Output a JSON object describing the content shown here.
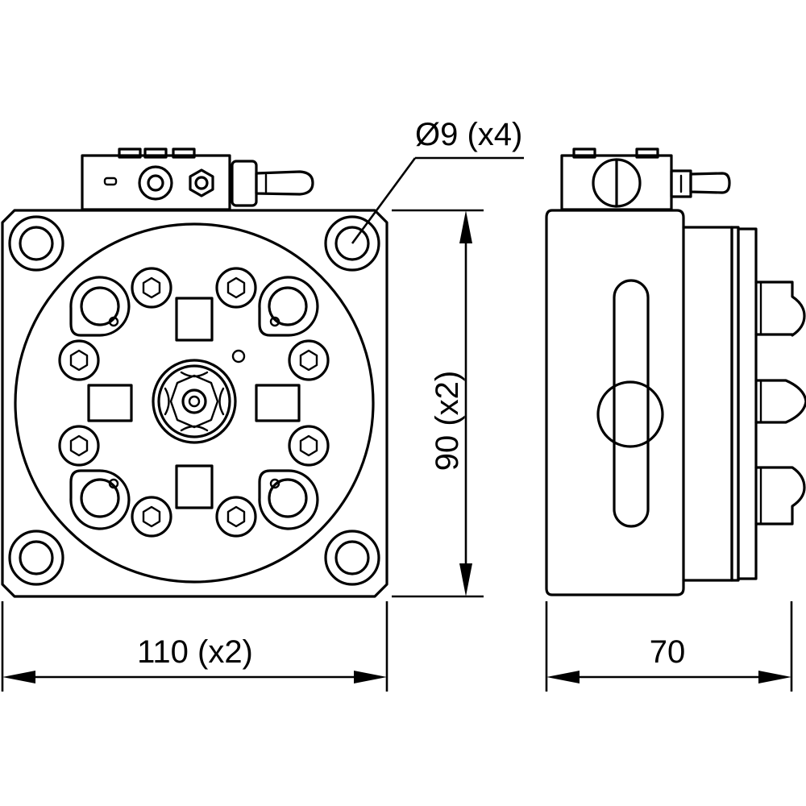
{
  "labels": {
    "hole_callout": "Ø9 (x4)",
    "height_dimension": "90 (x2)",
    "width_dimension": "110 (x2)",
    "depth_dimension": "70"
  },
  "colors": {
    "line": "#000000",
    "background": "#ffffff"
  }
}
